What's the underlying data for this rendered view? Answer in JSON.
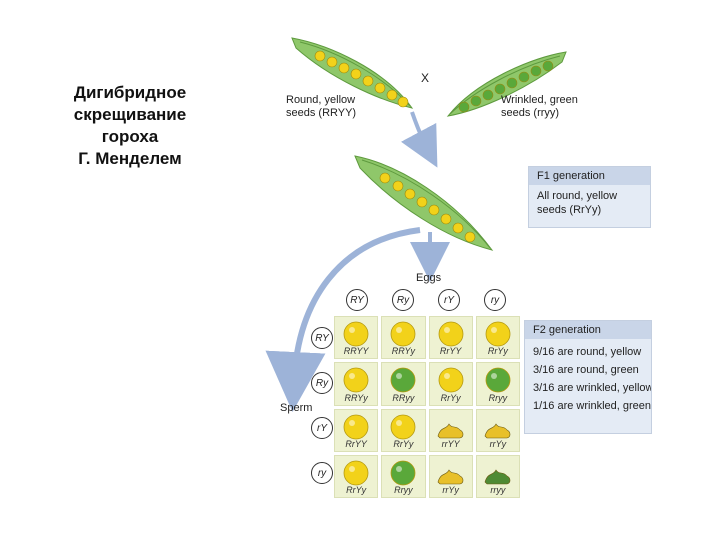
{
  "title_lines": [
    "Дигибридное",
    "скрещивание",
    "гороха",
    "Г. Менделем"
  ],
  "cross_symbol": "X",
  "parent1_label_lines": [
    "Round, yellow",
    "seeds (RRYY)"
  ],
  "parent2_label_lines": [
    "Wrinkled, green",
    "seeds (rryy)"
  ],
  "f1": {
    "header": "F1 generation",
    "body_lines": [
      "All round, yellow",
      "seeds (RrYy)"
    ]
  },
  "eggs_label": "Eggs",
  "sperm_label": "Sperm",
  "egg_gametes": [
    "RY",
    "Ry",
    "rY",
    "ry"
  ],
  "sperm_gametes": [
    "RY",
    "Ry",
    "rY",
    "ry"
  ],
  "punnett": {
    "genotypes": [
      [
        "RRYY",
        "RRYy",
        "RrYY",
        "RrYy"
      ],
      [
        "RRYy",
        "RRyy",
        "RrYy",
        "Rryy"
      ],
      [
        "RrYY",
        "RrYy",
        "rrYY",
        "rrYy"
      ],
      [
        "RrYy",
        "Rryy",
        "rrYy",
        "rryy"
      ]
    ],
    "phenotypes": [
      [
        "round-yellow",
        "round-yellow",
        "round-yellow",
        "round-yellow"
      ],
      [
        "round-yellow",
        "round-green",
        "round-yellow",
        "round-green"
      ],
      [
        "round-yellow",
        "round-yellow",
        "wrinkled-yellow",
        "wrinkled-yellow"
      ],
      [
        "round-yellow",
        "round-green",
        "wrinkled-yellow",
        "wrinkled-green"
      ]
    ]
  },
  "f2": {
    "header": "F2 generation",
    "lines": [
      "9/16 are round, yellow",
      "3/16 are round, green",
      "3/16 are wrinkled, yellow",
      "1/16 are wrinkled, green"
    ]
  },
  "colors": {
    "yellow_seed": "#f2d21a",
    "green_seed": "#5aa83a",
    "wrinkled_yellow": "#e8c02a",
    "wrinkled_green": "#4f8a34",
    "pod": "#8fc76a",
    "arrow": "#9db3d8",
    "box_bg": "#e4ebf5",
    "box_head": "#c9d5e8",
    "cell_bg": "#eef2d2"
  }
}
